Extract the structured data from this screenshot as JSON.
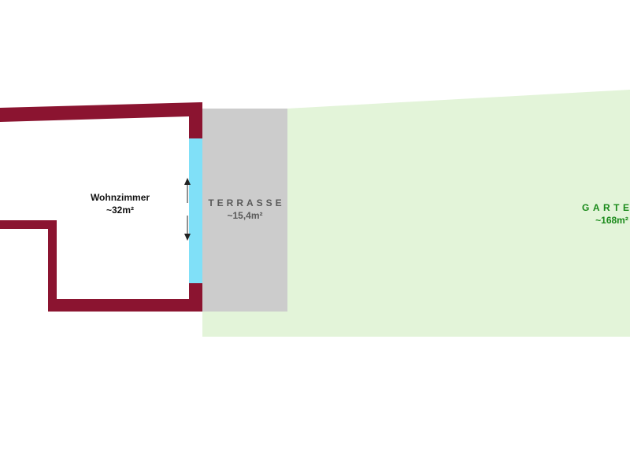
{
  "rooms": {
    "wohnzimmer": {
      "name": "Wohnzimmer",
      "area": "~32m²"
    },
    "terrasse": {
      "name": "TERRASSE",
      "area": "~15,4m²"
    },
    "garten": {
      "name": "GARTEN",
      "area": "~168m²"
    }
  },
  "colors": {
    "wall": "#8b1430",
    "window": "#80e0f8",
    "terrace": "#cccccc",
    "garden": "#e3f4d9",
    "garden_text": "#1a8a1a",
    "terrace_text": "#5a5a5a"
  }
}
